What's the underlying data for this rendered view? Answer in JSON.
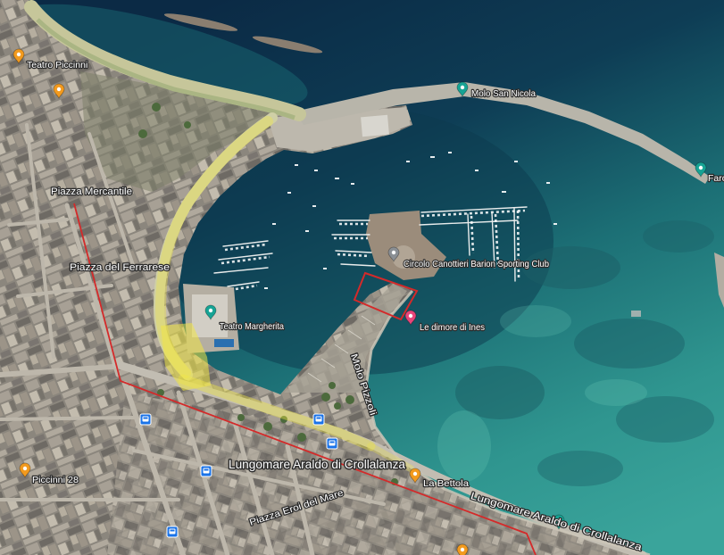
{
  "labels": {
    "teatro_piccinni": "Teatro Piccinni",
    "molo_san_nicola": "Molo San Nicola",
    "faro": "Faro",
    "piazza_mercantile": "Piazza Mercantile",
    "piazza_del_ferrarese": "Piazza del Ferrarese",
    "circolo_canottieri": "Circolo Canottieri Barion Sporting Club",
    "teatro_margherita": "Teatro Margherita",
    "le_dimore_di_ines": "Le dimore di Ines",
    "lungomare_main": "Lungomare Araldo di Crollalanza",
    "la_bettola": "La Bettola",
    "lungomare_coast": "Lungomare Araldo di Crollalanza",
    "piazza_eroi_del_mare": "Piazza Eroi del Mare",
    "piccinni_28": "Piccinni 28",
    "molo_pizzoli": "Molo Pizzoli"
  },
  "icons": {
    "food_pin": "orange-pin-icon",
    "attraction_pin": "teal-pin-icon",
    "lodging_pin": "pink-pin-icon",
    "place_pin": "grey-pin-icon",
    "bus_stop": "bus-stop-icon"
  },
  "colors": {
    "route_line": "#d42a2a",
    "selection_box": "#d42a2a",
    "road_highlight": "#f0e650",
    "pin_orange": "#f29a1e",
    "pin_teal": "#16a394",
    "pin_pink": "#e8457a",
    "pin_grey": "#8a8f94",
    "bus_stop": "#1a73e8",
    "label_text": "#ffffff"
  }
}
